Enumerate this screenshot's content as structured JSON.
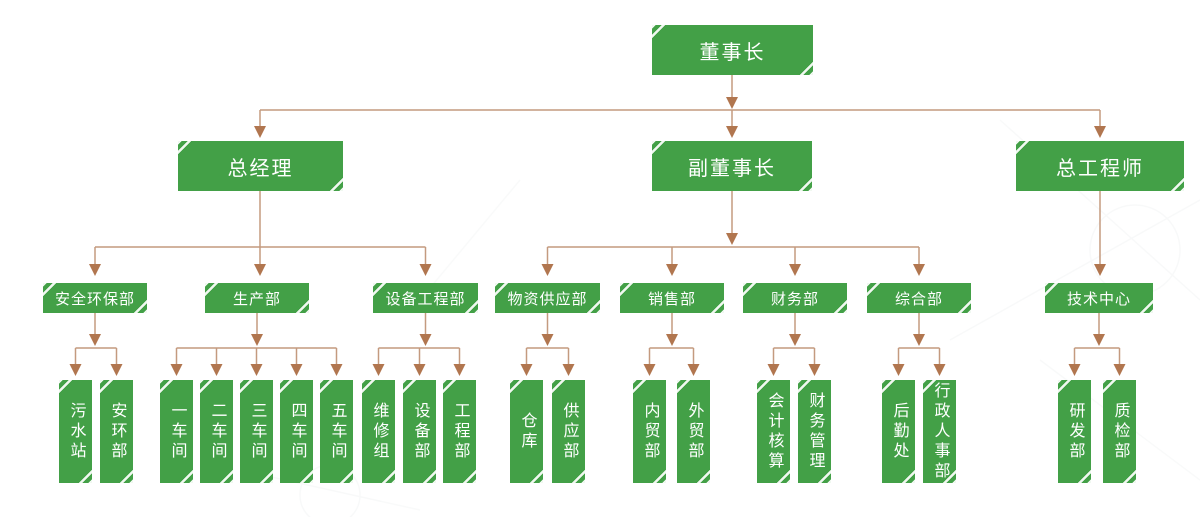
{
  "colors": {
    "node_fill": "#43a047",
    "node_text": "#ffffff",
    "line": "#c49a7f",
    "arrow": "#b1764f",
    "background": "#ffffff"
  },
  "nodes": {
    "chairman": {
      "label": "董事长"
    },
    "general_manager": {
      "label": "总经理"
    },
    "vice_chairman": {
      "label": "副董事长"
    },
    "chief_engineer": {
      "label": "总工程师"
    },
    "safety_env_dept": {
      "label": "安全环保部"
    },
    "production_dept": {
      "label": "生产部"
    },
    "equipment_eng_dept": {
      "label": "设备工程部"
    },
    "material_supply_dept": {
      "label": "物资供应部"
    },
    "sales_dept": {
      "label": "销售部"
    },
    "finance_dept": {
      "label": "财务部"
    },
    "general_dept": {
      "label": "综合部"
    },
    "tech_center": {
      "label": "技术中心"
    },
    "sewage_station": {
      "label": "污水站"
    },
    "safety_section": {
      "label": "安环部"
    },
    "workshop_1": {
      "label": "一车间"
    },
    "workshop_2": {
      "label": "二车间"
    },
    "workshop_3": {
      "label": "三车间"
    },
    "workshop_4": {
      "label": "四车间"
    },
    "workshop_5": {
      "label": "五车间"
    },
    "maintenance_group": {
      "label": "维修组"
    },
    "equipment_section": {
      "label": "设备部"
    },
    "engineering_section": {
      "label": "工程部"
    },
    "warehouse": {
      "label": "仓库"
    },
    "supply_section": {
      "label": "供应部"
    },
    "domestic_trade": {
      "label": "内贸部"
    },
    "foreign_trade": {
      "label": "外贸部"
    },
    "accounting": {
      "label": "会计核算"
    },
    "financial_mgmt": {
      "label": "财务管理"
    },
    "logistics": {
      "label": "后勤处"
    },
    "admin_hr": {
      "label": "行政人事部"
    },
    "rnd_dept": {
      "label": "研发部"
    },
    "qc_dept": {
      "label": "质检部"
    }
  },
  "edges": [
    {
      "from": "chairman",
      "to": "general_manager"
    },
    {
      "from": "chairman",
      "to": "vice_chairman"
    },
    {
      "from": "chairman",
      "to": "chief_engineer"
    },
    {
      "from": "general_manager",
      "to": "safety_env_dept"
    },
    {
      "from": "general_manager",
      "to": "production_dept"
    },
    {
      "from": "general_manager",
      "to": "equipment_eng_dept"
    },
    {
      "from": "vice_chairman",
      "to": "material_supply_dept"
    },
    {
      "from": "vice_chairman",
      "to": "sales_dept"
    },
    {
      "from": "vice_chairman",
      "to": "finance_dept"
    },
    {
      "from": "vice_chairman",
      "to": "general_dept"
    },
    {
      "from": "chief_engineer",
      "to": "tech_center"
    },
    {
      "from": "safety_env_dept",
      "to": "sewage_station"
    },
    {
      "from": "safety_env_dept",
      "to": "safety_section"
    },
    {
      "from": "production_dept",
      "to": "workshop_1"
    },
    {
      "from": "production_dept",
      "to": "workshop_2"
    },
    {
      "from": "production_dept",
      "to": "workshop_3"
    },
    {
      "from": "production_dept",
      "to": "workshop_4"
    },
    {
      "from": "production_dept",
      "to": "workshop_5"
    },
    {
      "from": "equipment_eng_dept",
      "to": "maintenance_group"
    },
    {
      "from": "equipment_eng_dept",
      "to": "equipment_section"
    },
    {
      "from": "equipment_eng_dept",
      "to": "engineering_section"
    },
    {
      "from": "material_supply_dept",
      "to": "warehouse"
    },
    {
      "from": "material_supply_dept",
      "to": "supply_section"
    },
    {
      "from": "sales_dept",
      "to": "domestic_trade"
    },
    {
      "from": "sales_dept",
      "to": "foreign_trade"
    },
    {
      "from": "finance_dept",
      "to": "accounting"
    },
    {
      "from": "finance_dept",
      "to": "financial_mgmt"
    },
    {
      "from": "general_dept",
      "to": "logistics"
    },
    {
      "from": "general_dept",
      "to": "admin_hr"
    },
    {
      "from": "tech_center",
      "to": "rnd_dept"
    },
    {
      "from": "tech_center",
      "to": "qc_dept"
    }
  ]
}
